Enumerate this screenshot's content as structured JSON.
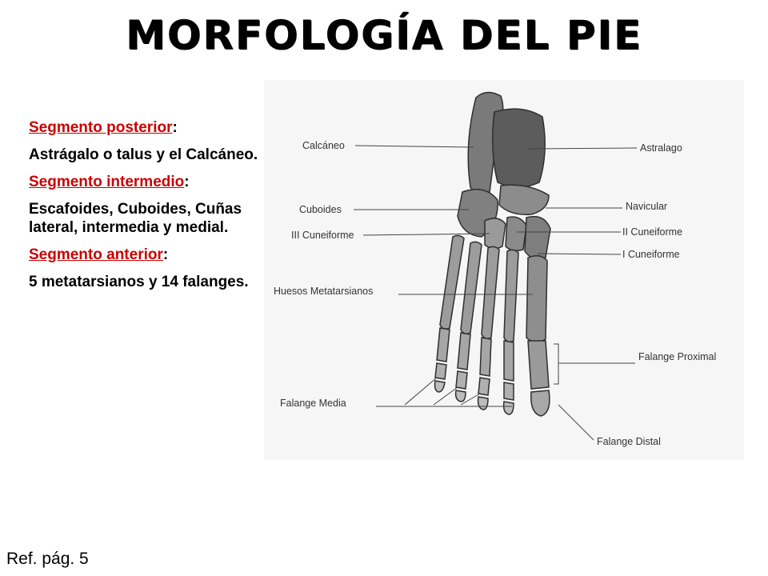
{
  "title": "Morfología del pie",
  "sections": [
    {
      "heading": "Segmento posterior",
      "colon": ":",
      "body": "Astrágalo o talus y el Calcáneo."
    },
    {
      "heading": "Segmento intermedio",
      "colon": ":",
      "body": "Escafoides, Cuboides, Cuñas lateral, intermedia y medial."
    },
    {
      "heading": "Segmento anterior",
      "colon": ":",
      "body": "5 metatarsianos y 14 falanges."
    }
  ],
  "reference": "Ref. pág. 5",
  "diagram_labels": {
    "calcaneo": "Calcáneo",
    "astralago": "Astralago",
    "cuboides": "Cuboides",
    "navicular": "Navicular",
    "iii_cuneiforme": "III Cuneiforme",
    "ii_cuneiforme": "II Cuneiforme",
    "i_cuneiforme": "I Cuneiforme",
    "huesos_metatarsianos": "Huesos Metatarsianos",
    "falange_proximal": "Falange Proximal",
    "falange_media": "Falange Media",
    "falange_distal": "Falange Distal"
  },
  "colors": {
    "heading_red": "#cc0000",
    "bone_fill": "#8a8a8a",
    "bone_dark": "#4a4a4a"
  }
}
